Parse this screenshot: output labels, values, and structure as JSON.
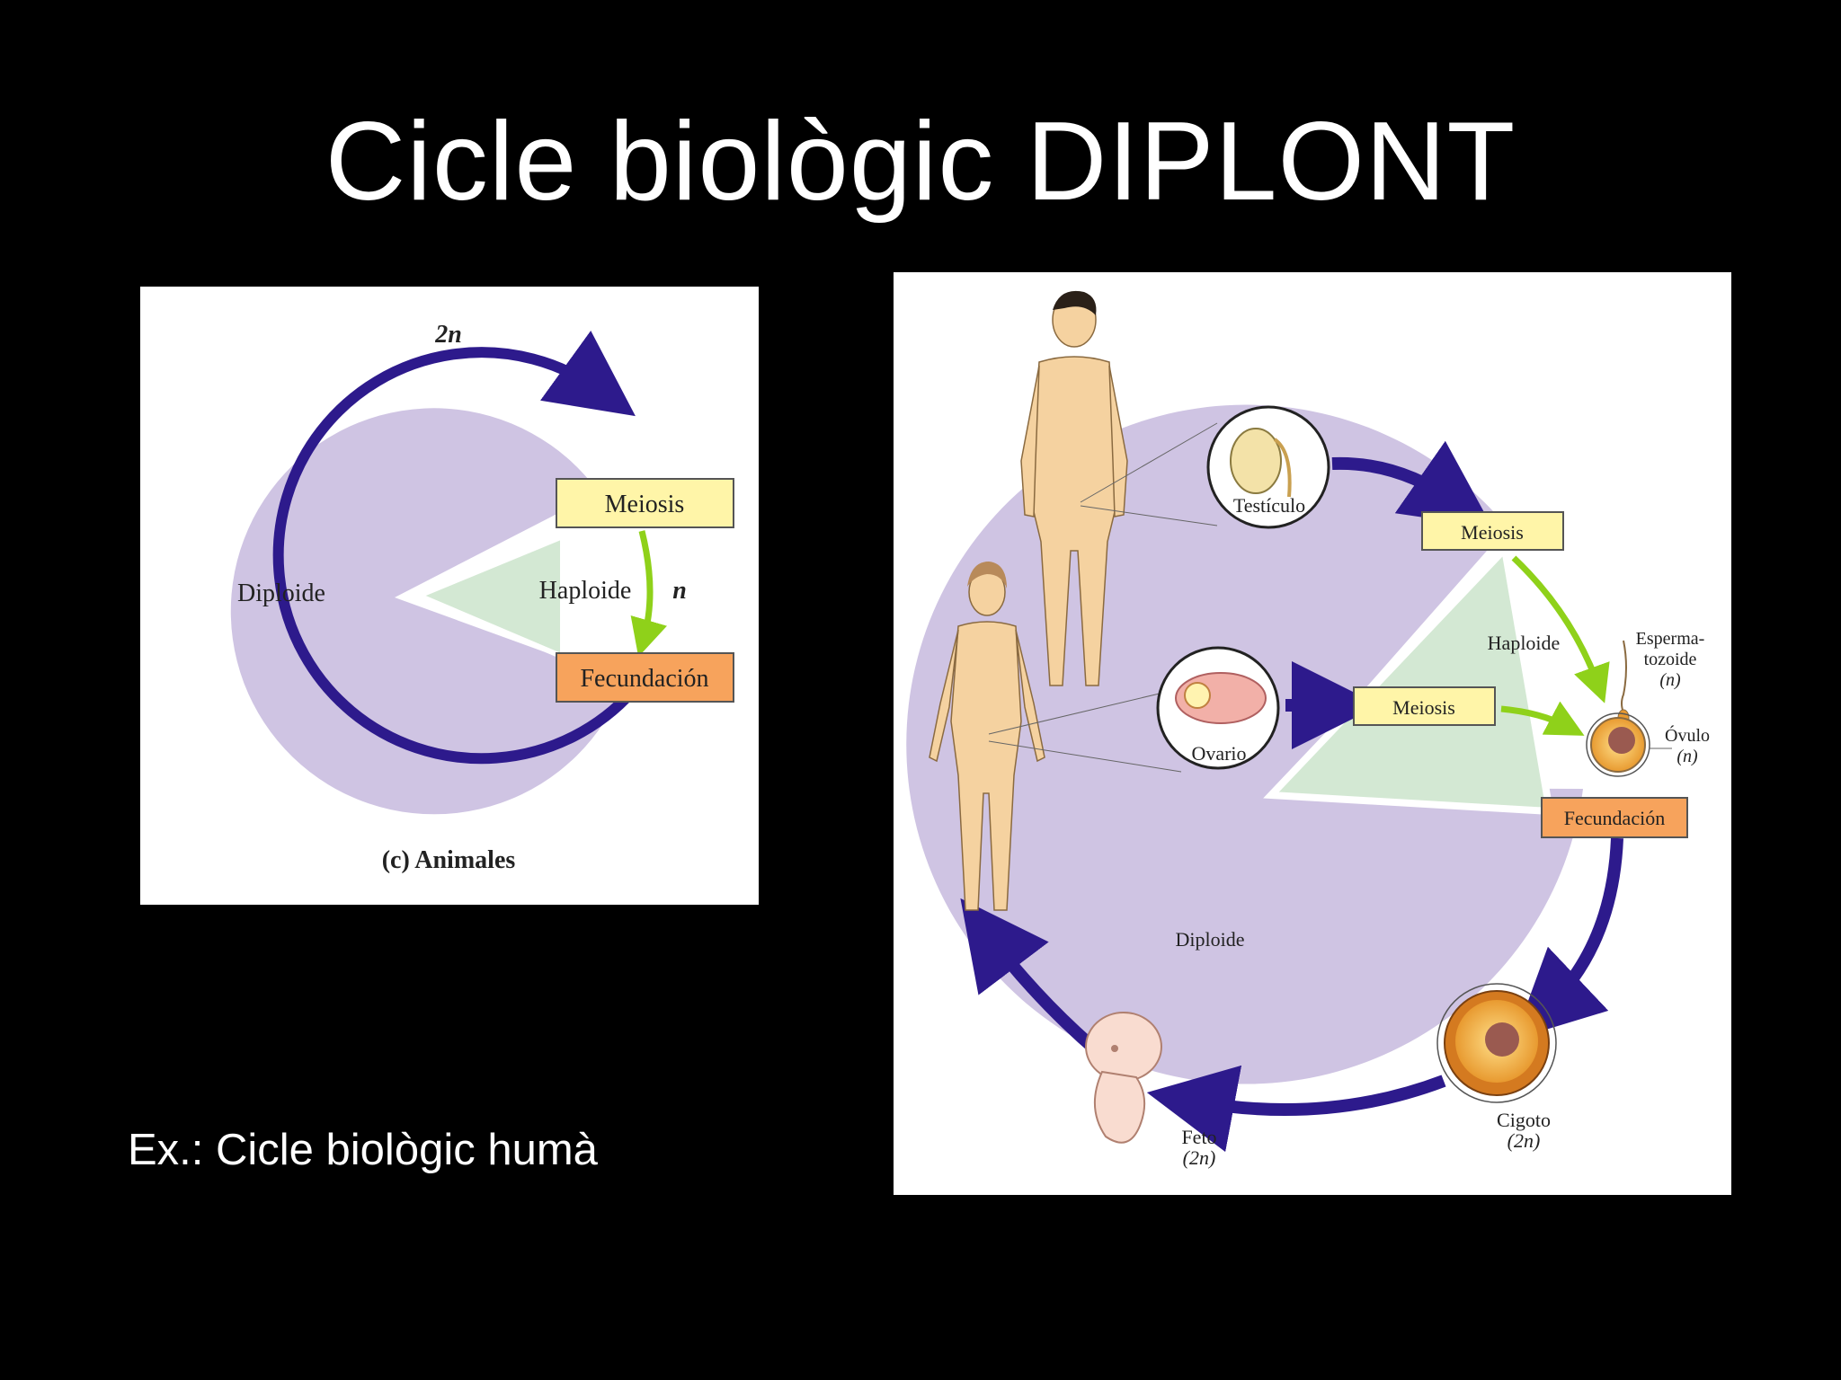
{
  "title": "Cicle biològic DIPLONT",
  "caption": "Ex.: Cicle biològic humà",
  "left_diagram": {
    "top_label": "2n",
    "meiosis": "Meiosis",
    "diploid": "Diploide",
    "haploid": "Haploide",
    "n_label": "n",
    "fertilization": "Fecundación",
    "caption": "(c) Animales"
  },
  "right_diagram": {
    "testis": "Testículo",
    "meiosis_male": "Meiosis",
    "haploid": "Haploide",
    "sperm_line1": "Esperma-",
    "sperm_line2": "tozoide",
    "sperm_line3": "(n)",
    "ovary": "Ovario",
    "meiosis_female": "Meiosis",
    "ovule_line1": "Óvulo",
    "ovule_line2": "(n)",
    "fertilization": "Fecundación",
    "diploid": "Diploide",
    "zygote_line1": "Cigoto",
    "zygote_line2": "(2n)",
    "fetus_line1": "Feto",
    "fetus_line2": "(2n)"
  },
  "colors": {
    "background": "#000000",
    "diploid_fill": "#cfc4e3",
    "haploid_fill": "#d3e8d3",
    "arrow_purple": "#2d1a8c",
    "arrow_green": "#8fd11a",
    "meiosis_box": "#fff5a8",
    "fertilization_box": "#f7a35c",
    "skin": "#f5d2a0"
  }
}
